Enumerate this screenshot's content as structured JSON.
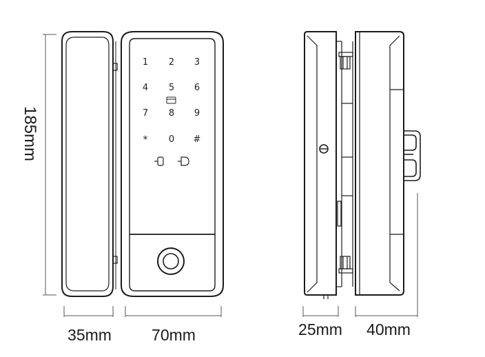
{
  "dimensions": {
    "height": "185mm",
    "front_left_width": "35mm",
    "front_right_width": "70mm",
    "side_left_width": "25mm",
    "side_right_width": "40mm"
  },
  "keypad": {
    "rows": [
      [
        "1",
        "2",
        "3"
      ],
      [
        "4",
        "5",
        "6"
      ],
      [
        "7",
        "8",
        "9"
      ],
      [
        "*",
        "0",
        "#"
      ]
    ],
    "icons": [
      "card-reader-icon",
      "lock-icon",
      "unlock-icon",
      "fingerprint-sensor-icon"
    ]
  },
  "colors": {
    "line": "#1a1a1a",
    "dim_line": "#555555",
    "background": "#ffffff"
  }
}
